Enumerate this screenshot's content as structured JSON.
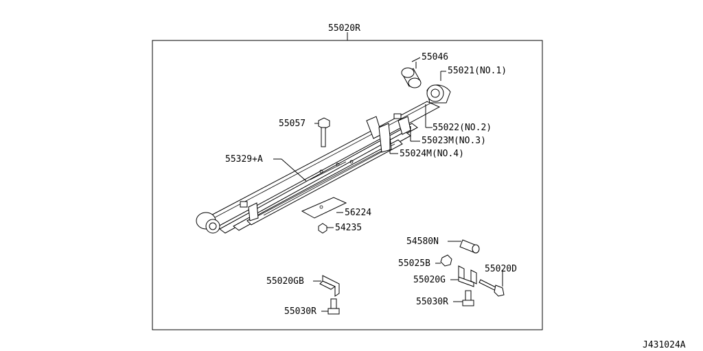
{
  "diagram_id": "J431024A",
  "assembly_label": "55020R",
  "parts": {
    "p55046": "55046",
    "p55021": "55021(NO.1)",
    "p55057": "55057",
    "p55022": "55022(NO.2)",
    "p55023": "55023M(NO.3)",
    "p55024": "55024M(NO.4)",
    "p55329": "55329+A",
    "p56224": "56224",
    "p54235": "54235",
    "p54580": "54580N",
    "p55025": "55025B",
    "p55020D": "55020D",
    "p55020GB": "55020GB",
    "p55020G": "55020G",
    "p55030R_left": "55030R",
    "p55030R_right": "55030R"
  }
}
